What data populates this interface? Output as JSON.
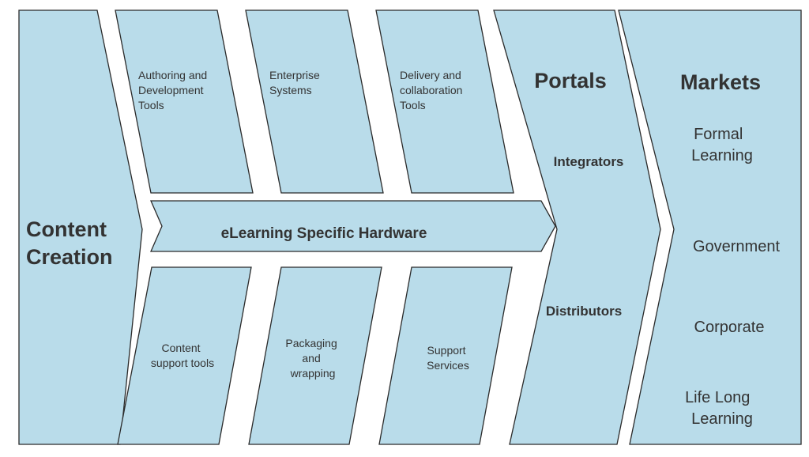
{
  "diagram": {
    "content_creation": [
      "Content",
      "Creation"
    ],
    "authoring": [
      "Authoring and",
      "Development",
      "Tools"
    ],
    "enterprise": [
      "Enterprise",
      "Systems"
    ],
    "delivery": [
      "Delivery and",
      "collaboration",
      "Tools"
    ],
    "hardware": "eLearning Specific Hardware",
    "content_support": [
      "Content",
      "support tools"
    ],
    "packaging": [
      "Packaging",
      "and",
      "wrapping"
    ],
    "support_services": [
      "Support",
      "Services"
    ],
    "portals": {
      "title": "Portals",
      "integrators": "Integrators",
      "distributors": "Distributors"
    },
    "markets": {
      "title": "Markets",
      "formal": [
        "Formal",
        "Learning"
      ],
      "government": "Government",
      "corporate": "Corporate",
      "lifelong": [
        "Life Long",
        "Learning"
      ]
    }
  }
}
